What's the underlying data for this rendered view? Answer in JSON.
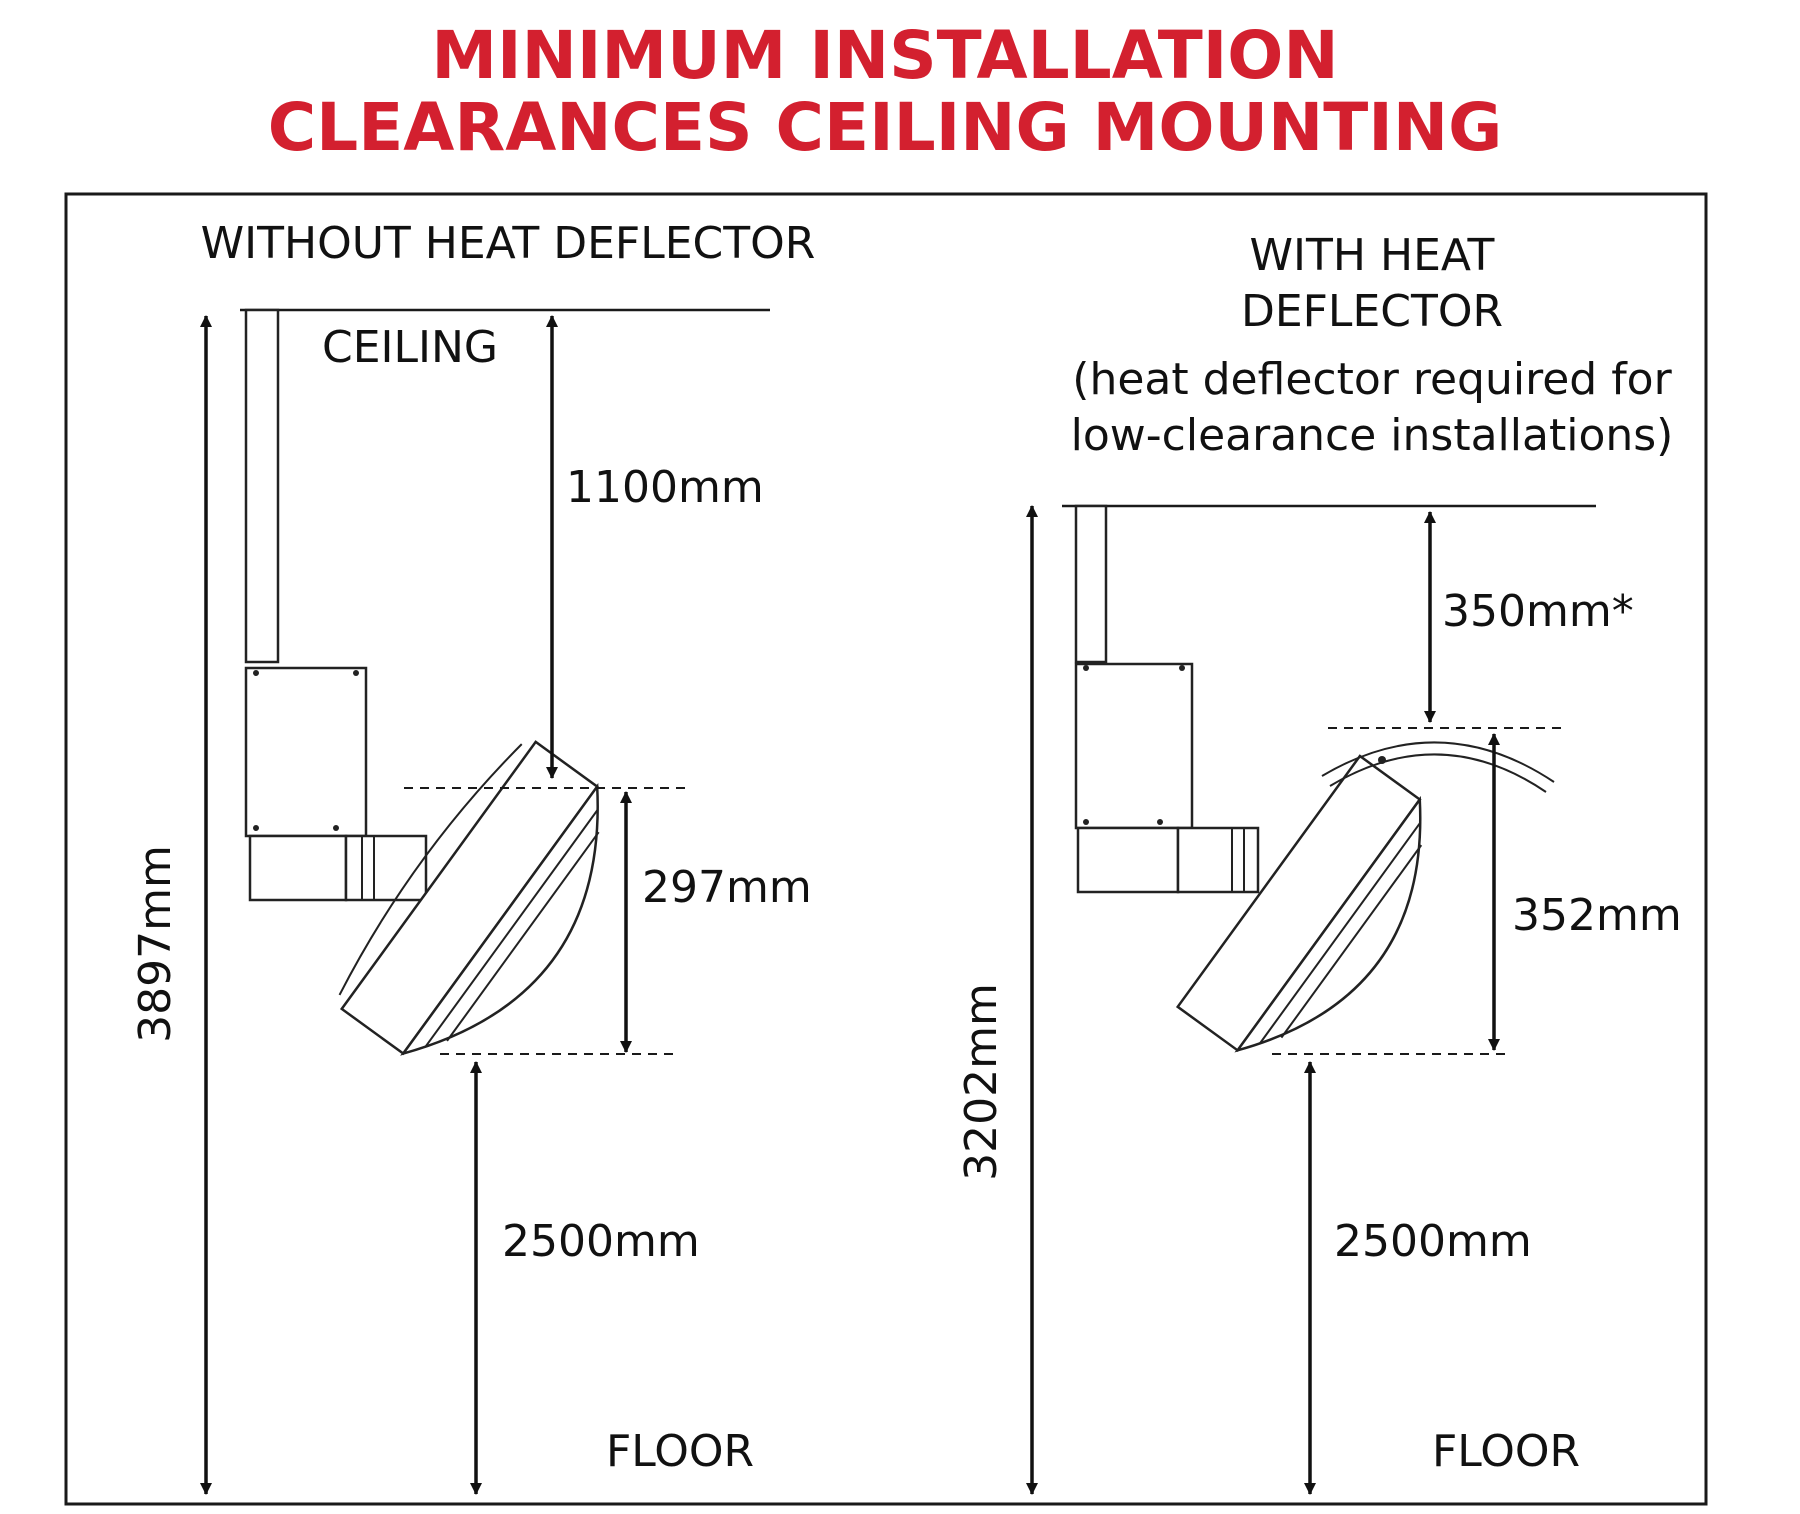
{
  "title": {
    "line1": "MINIMUM INSTALLATION",
    "line2": "CLEARANCES CEILING MOUNTING"
  },
  "colors": {
    "title": "#d3202f",
    "line": "#1a1a1a",
    "background": "#ffffff"
  },
  "left_panel": {
    "heading": "WITHOUT HEAT DEFLECTOR",
    "ceiling_label": "CEILING",
    "floor_label": "FLOOR",
    "total_height": "3897mm",
    "ceiling_clearance": "1100mm",
    "heater_height": "297mm",
    "floor_clearance": "2500mm"
  },
  "right_panel": {
    "heading_line1": "WITH HEAT",
    "heading_line2": "DEFLECTOR",
    "note_line1": "(heat deflector required for",
    "note_line2": "low-clearance installations)",
    "floor_label": "FLOOR",
    "total_height": "3202mm",
    "ceiling_clearance": "350mm*",
    "heater_height": "352mm",
    "floor_clearance": "2500mm"
  }
}
